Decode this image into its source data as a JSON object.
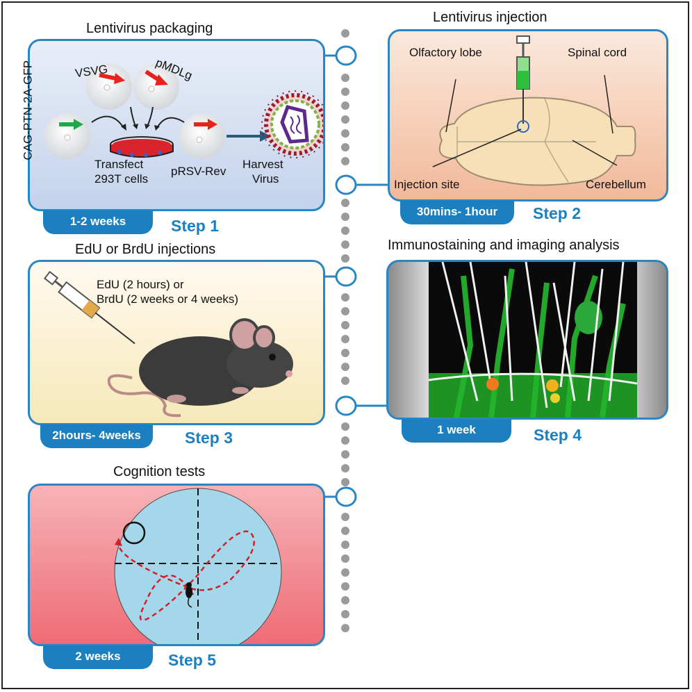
{
  "step1": {
    "title": "Lentivirus packaging",
    "plasmid_vertical": "CAG-PTN-2A-GFP",
    "vsvg": "VSVG",
    "pmdlg": "pMDLg",
    "transfect_line1": "Transfect",
    "transfect_line2": "293T cells",
    "prsv": "pRSV-Rev",
    "harvest_line1": "Harvest",
    "harvest_line2": "Virus",
    "duration": "1-2 weeks",
    "step": "Step 1"
  },
  "step2": {
    "title": "Lentivirus injection",
    "olfactory": "Olfactory lobe",
    "spinal": "Spinal cord",
    "injection_site": "Injection site",
    "cerebellum": "Cerebellum",
    "duration": "30mins- 1hour",
    "step": "Step 2"
  },
  "step3": {
    "title": "EdU or BrdU injections",
    "line1": "EdU (2 hours) or",
    "line2": "BrdU (2 weeks or 4 weeks)",
    "duration": "2hours- 4weeks",
    "step": "Step 3"
  },
  "step4": {
    "title": "Immunostaining and imaging analysis",
    "duration": "1 week",
    "step": "Step 4"
  },
  "step5": {
    "title": "Cognition tests",
    "duration": "2 weeks",
    "step": "Step 5"
  },
  "colors": {
    "accent": "#1b7fc0",
    "panel_border": "#2a86c2",
    "timeline_dots": "#9a9a9a",
    "arrow_red": "#e8221c",
    "arrow_green": "#22a84a"
  }
}
